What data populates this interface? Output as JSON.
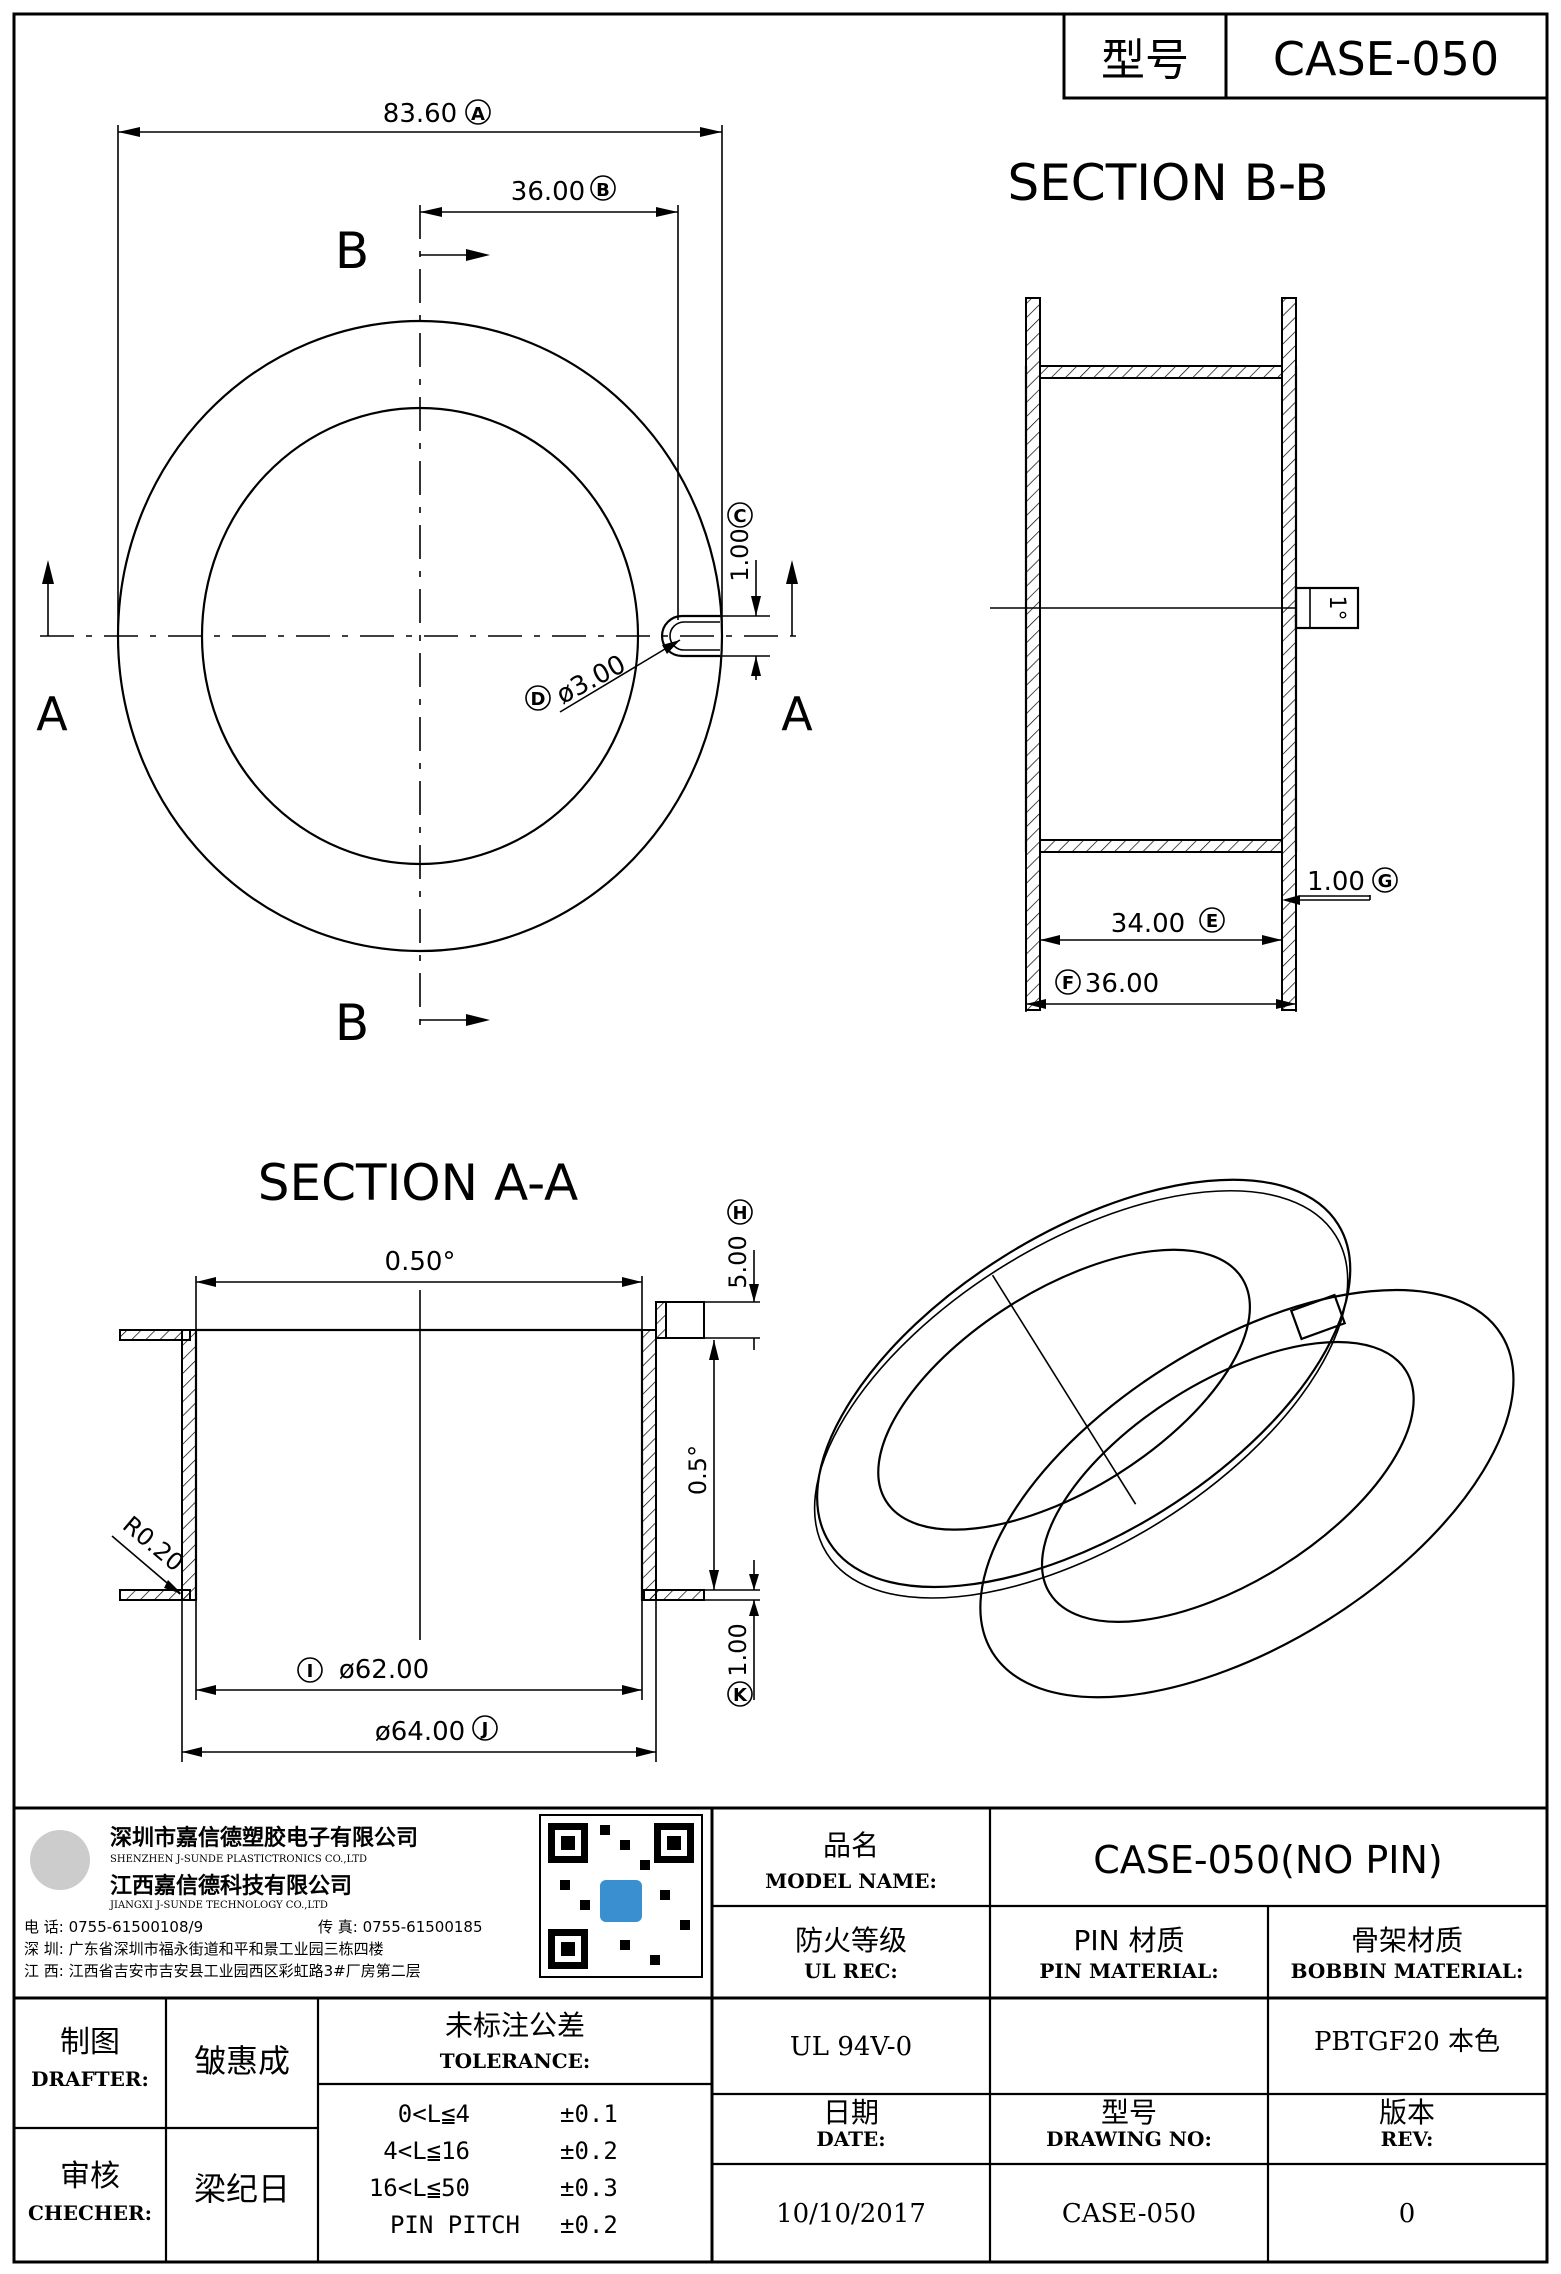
{
  "header": {
    "model_label": "型号",
    "model_value": "CASE-050"
  },
  "top_view": {
    "dim_a": "83.60",
    "dim_a_tag": "A",
    "dim_b": "36.00",
    "dim_b_tag": "B",
    "dim_c": "1.00",
    "dim_c_tag": "C",
    "dim_d": "ø3.00",
    "dim_d_tag": "D",
    "section_b_top": "B",
    "section_b_bottom": "B",
    "section_a_left": "A",
    "section_a_right": "A"
  },
  "section_bb": {
    "title": "SECTION B-B",
    "dim_e": "34.00",
    "dim_e_tag": "E",
    "dim_f": "36.00",
    "dim_f_tag": "F",
    "dim_g": "1.00",
    "dim_g_tag": "G",
    "slot_angle": "1°"
  },
  "section_aa": {
    "title": "SECTION A-A",
    "draft_top": "0.50°",
    "draft_side": "0.5°",
    "dim_h": "5.00",
    "dim_h_tag": "H",
    "radius": "R0.20",
    "dim_i": "ø62.00",
    "dim_i_tag": "I",
    "dim_j": "ø64.00",
    "dim_j_tag": "J",
    "dim_k": "1.00",
    "dim_k_tag": "K"
  },
  "company": {
    "name_cn": "深圳市嘉信德塑胶电子有限公司",
    "name_en": "SHENZHEN J-SUNDE PLASTICTRONICS CO.,LTD",
    "name2_cn": "江西嘉信德科技有限公司",
    "name2_en": "JIANGXI J-SUNDE TECHNOLOGY CO.,LTD",
    "phone": "电 话: 0755-61500108/9",
    "fax": "传 真: 0755-61500185",
    "addr_sz": "深 圳: 广东省深圳市福永街道和平和景工业园三栋四楼",
    "addr_jx": "江 西: 江西省吉安市吉安县工业园西区彩虹路3#厂房第二层"
  },
  "title_block": {
    "model_name_cn": "品名",
    "model_name_en": "MODEL NAME:",
    "model_name_value": "CASE-050(NO PIN)",
    "ul_cn": "防火等级",
    "ul_en": "UL REC:",
    "ul_value": "UL 94V-0",
    "pin_cn": "PIN 材质",
    "pin_en": "PIN MATERIAL:",
    "pin_value": "",
    "bobbin_cn": "骨架材质",
    "bobbin_en": "BOBBIN MATERIAL:",
    "bobbin_value": "PBTGF20 本色",
    "drafter_cn": "制图",
    "drafter_en": "DRAFTER:",
    "drafter_value": "皱惠成",
    "checker_cn": "审核",
    "checker_en": "CHECHER:",
    "checker_value": "梁纪日",
    "tol_cn": "未标注公差",
    "tol_en": "TOLERANCE:",
    "tolerances": [
      {
        "range": "0<L≦4",
        "value": "±0.1"
      },
      {
        "range": "4<L≦16",
        "value": "±0.2"
      },
      {
        "range": "16<L≦50",
        "value": "±0.3"
      },
      {
        "range": "PIN PITCH",
        "value": "±0.2"
      }
    ],
    "date_cn": "日期",
    "date_en": "DATE:",
    "date_value": "10/10/2017",
    "dwg_cn": "型号",
    "dwg_en": "DRAWING NO:",
    "dwg_value": "CASE-050",
    "rev_cn": "版本",
    "rev_en": "REV:",
    "rev_value": "0"
  }
}
